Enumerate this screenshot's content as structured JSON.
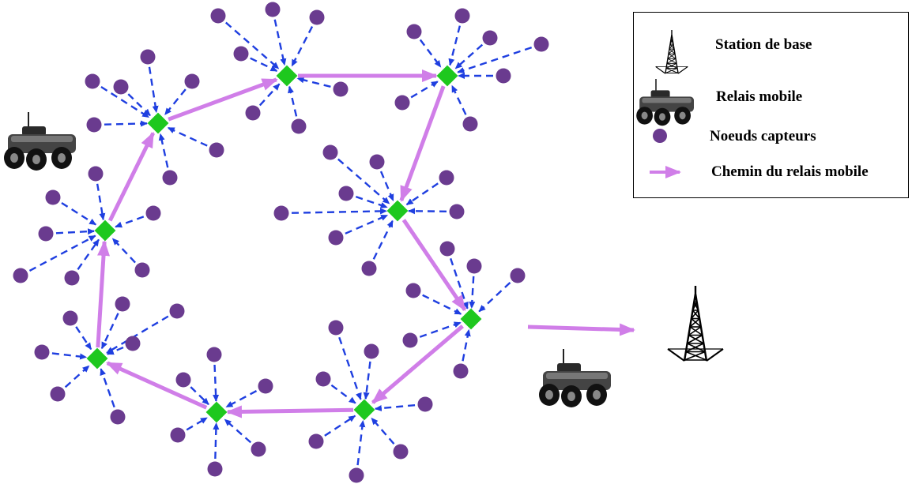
{
  "legend": {
    "base_station": "Station de base",
    "mobile_relay": "Relais mobile",
    "sensor_nodes": "Noeuds capteurs",
    "relay_path": "Chemin du relais mobile"
  },
  "colors": {
    "sensor": "#6a3b8f",
    "cluster_head": "#1ec81e",
    "link": "#1f3fe0",
    "path": "#d07ee8",
    "tower": "#000000"
  },
  "icons": {
    "base_station": "antenna-tower-icon",
    "mobile_relay": "robot-vehicle-icon",
    "sensor_node": "sensor-node-icon",
    "cluster_head": "cluster-head-icon"
  }
}
